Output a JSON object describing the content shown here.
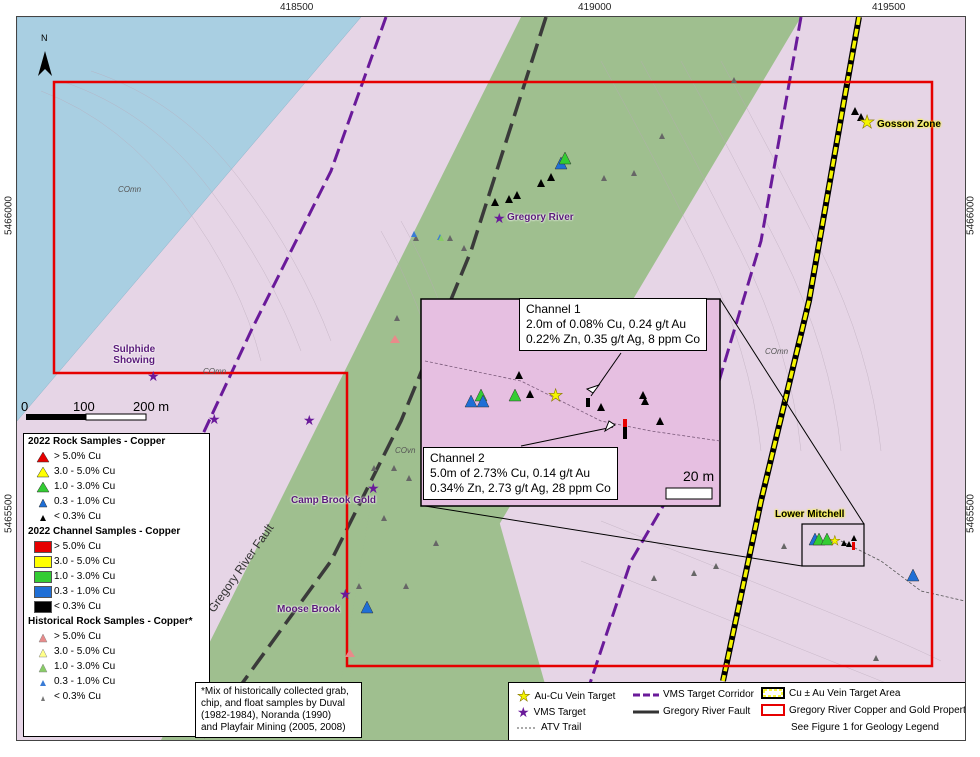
{
  "coords": {
    "top": [
      "418500",
      "419000",
      "419500"
    ],
    "left": [
      "5466000",
      "5465500"
    ],
    "right": [
      "5466000",
      "5465500"
    ]
  },
  "north": "N",
  "geology_labels": [
    "COmn",
    "COmn",
    "COvn",
    "COmn"
  ],
  "targets": {
    "gregory_river": "Gregory River",
    "sulphide_showing": [
      "Sulphide",
      "Showing"
    ],
    "camp_brook_gold": "Camp Brook Gold",
    "moose_brook": "Moose Brook",
    "gosson_zone": "Gosson Zone",
    "lower_mitchell": "Lower Mitchell"
  },
  "fault_label": "Gregory River Fault",
  "scale": {
    "zero": "0",
    "mid": "100",
    "end": "200 m"
  },
  "inset": {
    "scale_label": "20 m",
    "channel1": {
      "title": "Channel 1",
      "line1": "2.0m of 0.08% Cu, 0.24 g/t Au",
      "line2": "0.22% Zn, 0.35 g/t Ag, 8 ppm Co"
    },
    "channel2": {
      "title": "Channel 2",
      "line1": "5.0m of 2.73% Cu, 0.14 g/t Au",
      "line2": "0.34% Zn, 2.73 g/t Ag, 28 ppm Co"
    }
  },
  "legend": {
    "rock_title": "2022 Rock Samples - Copper",
    "rock_items": [
      "> 5.0% Cu",
      "3.0 - 5.0% Cu",
      "1.0 - 3.0% Cu",
      "0.3 - 1.0% Cu",
      "< 0.3% Cu"
    ],
    "channel_title": "2022 Channel Samples - Copper",
    "channel_items": [
      "> 5.0% Cu",
      "3.0 - 5.0% Cu",
      "1.0 - 3.0% Cu",
      "0.3 - 1.0% Cu",
      "< 0.3% Cu"
    ],
    "hist_title": "Historical Rock Samples - Copper*",
    "hist_items": [
      "> 5.0% Cu",
      "3.0 - 5.0% Cu",
      "1.0 - 3.0% Cu",
      "0.3 - 1.0% Cu",
      "< 0.3% Cu"
    ],
    "colors": [
      "#e60000",
      "#ffff00",
      "#33cc33",
      "#1f6fd6",
      "#000000"
    ]
  },
  "footnote": [
    "*Mix of historically collected grab,",
    "chip, and float samples by Duval",
    "(1982-1984), Noranda (1990)",
    "and Playfair Mining (2005, 2008)"
  ],
  "bottom_legend": {
    "au_cu": "Au-Cu Vein Target",
    "vms_corridor": "VMS Target Corridor",
    "cu_au_area": "Cu ± Au Vein Target Area",
    "vms_target": "VMS Target",
    "fault": "Gregory River Fault",
    "property": "Gregory River Copper and Gold Property",
    "atv": "ATV Trail",
    "see_fig": "See Figure 1 for Geology Legend"
  }
}
